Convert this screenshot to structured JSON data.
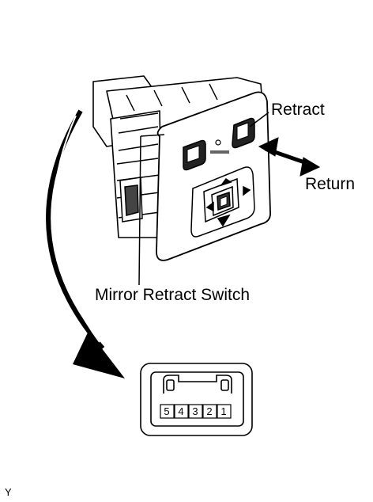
{
  "labels": {
    "retract": "Retract",
    "return": "Return",
    "switch_name": "Mirror Retract Switch",
    "figure_id": "Y"
  },
  "connector": {
    "pins": [
      "5",
      "4",
      "3",
      "2",
      "1"
    ]
  },
  "colors": {
    "line": "#000000",
    "background": "#ffffff",
    "arrow": "#000000"
  }
}
